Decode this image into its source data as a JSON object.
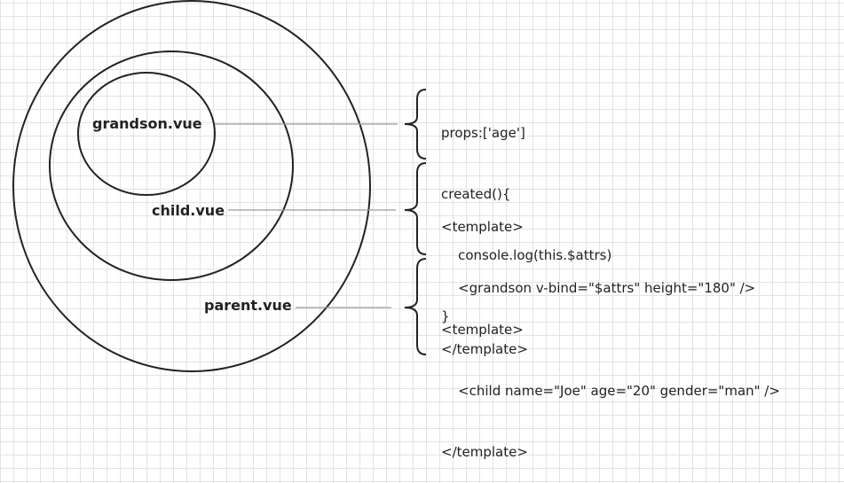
{
  "labels": {
    "grandson": "grandson.vue",
    "child": "child.vue",
    "parent": "parent.vue"
  },
  "grandson_code": [
    "props:['age']",
    "created(){",
    "    console.log(this.$attrs)",
    "}"
  ],
  "child_code": [
    "<template>",
    "    <grandson v-bind=\"$attrs\" height=\"180\" />",
    "</template>"
  ],
  "parent_code": [
    "<template>",
    "    <child name=\"Joe\" age=\"20\" gender=\"man\" />",
    "</template>"
  ]
}
